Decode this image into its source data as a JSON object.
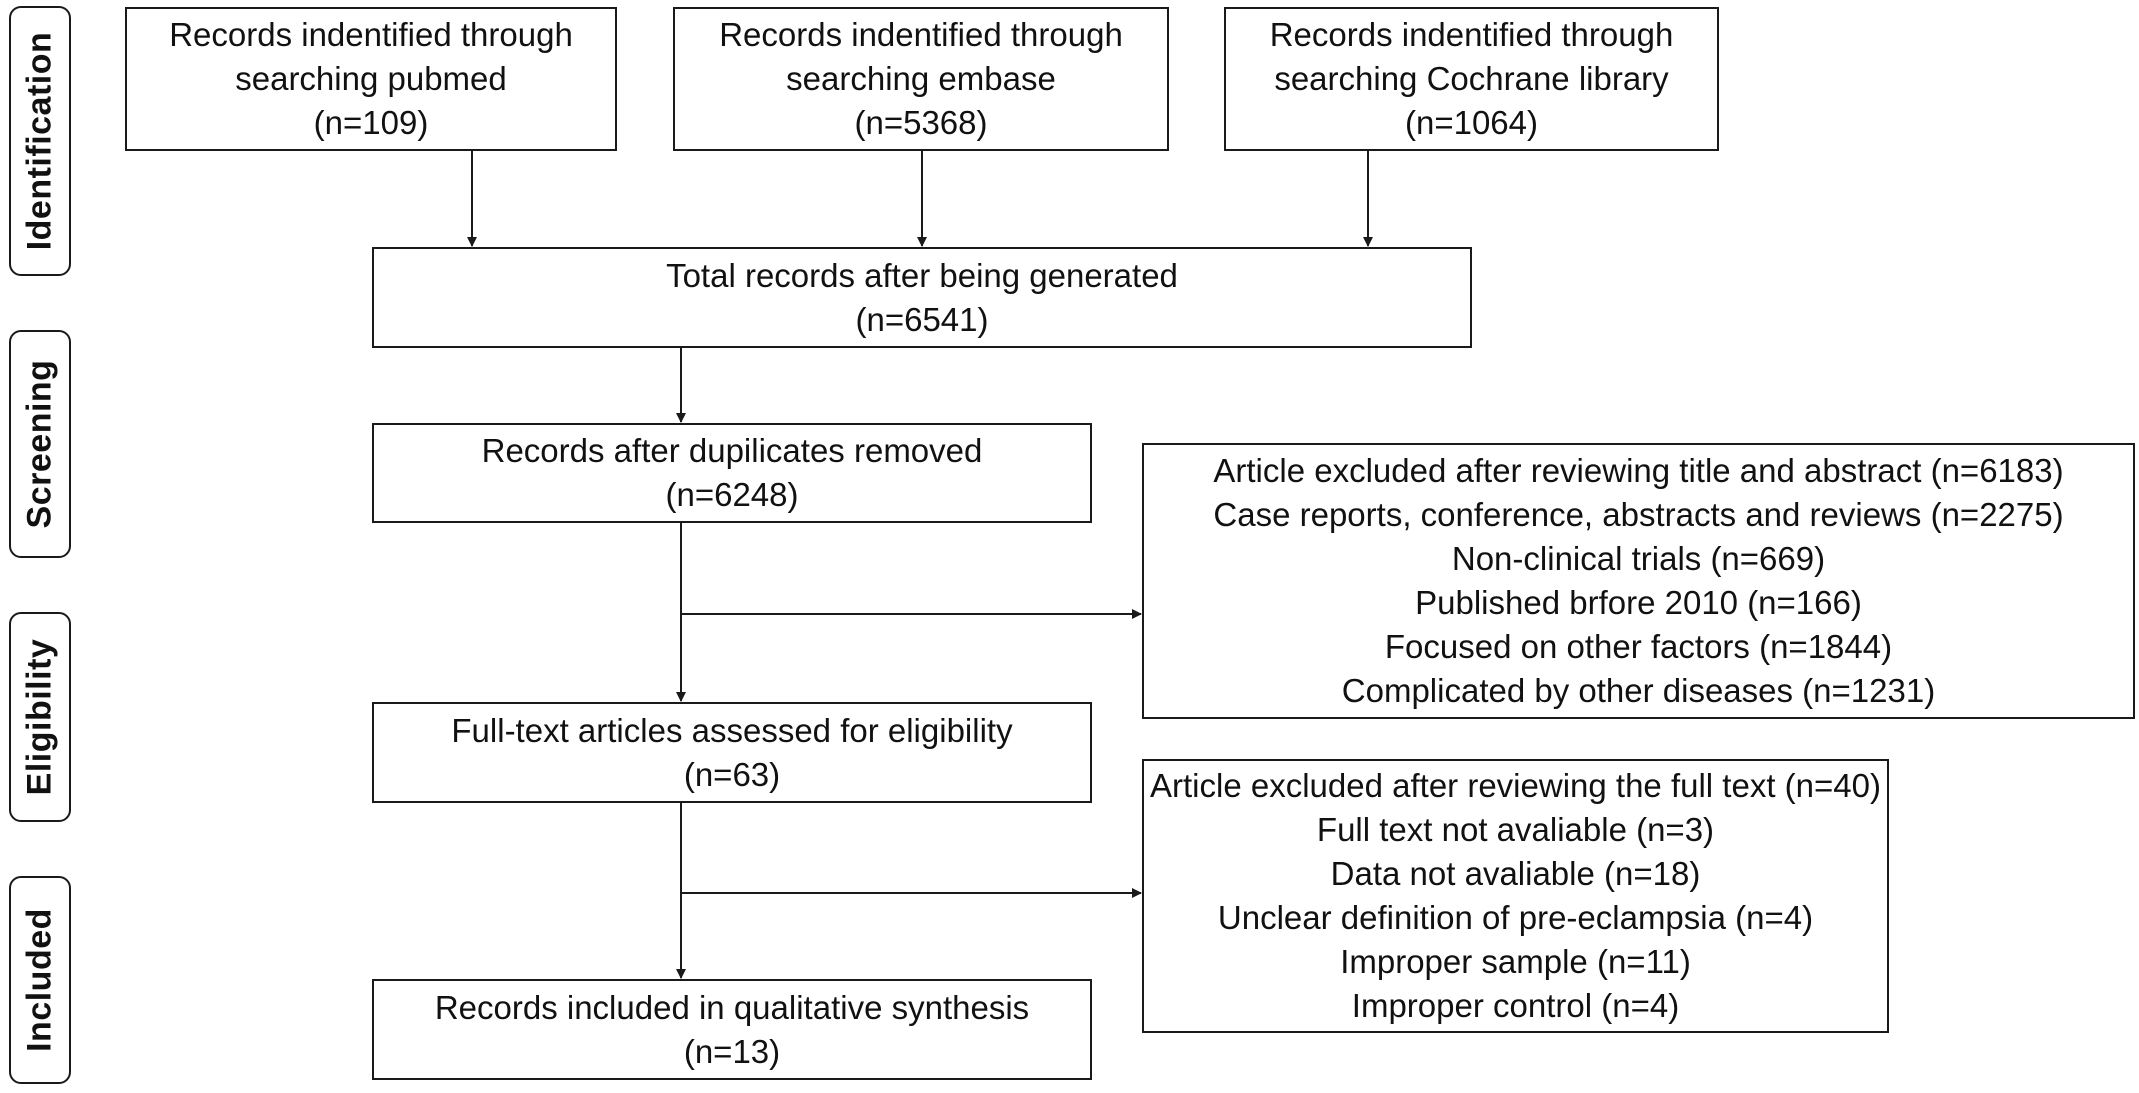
{
  "stages": {
    "identification": "Identification",
    "screening": "Screening",
    "eligibility": "Eligibility",
    "included": "Included"
  },
  "sources": [
    {
      "lines": [
        "Records indentified through",
        "searching pubmed",
        "(n=109)"
      ]
    },
    {
      "lines": [
        "Records indentified through",
        "searching embase",
        "(n=5368)"
      ]
    },
    {
      "lines": [
        "Records indentified through",
        "searching Cochrane library",
        "(n=1064)"
      ]
    }
  ],
  "total": {
    "lines": [
      "Total records after being generated",
      "(n=6541)"
    ]
  },
  "dedup": {
    "lines": [
      "Records after dupilicates removed",
      "(n=6248)"
    ]
  },
  "exclusion1": {
    "lines": [
      "Article excluded after reviewing title and abstract (n=6183)",
      "Case reports, conference, abstracts and reviews (n=2275)",
      "Non-clinical trials (n=669)",
      "Published brfore 2010 (n=166)",
      "Focused on other factors (n=1844)",
      "Complicated by other diseases (n=1231)"
    ]
  },
  "fulltext": {
    "lines": [
      "Full-text articles assessed for eligibility",
      "(n=63)"
    ]
  },
  "exclusion2": {
    "lines": [
      "Article excluded after reviewing the full text (n=40)",
      "Full text not avaliable (n=3)",
      "Data not avaliable (n=18)",
      "Unclear definition of pre-eclampsia (n=4)",
      "Improper sample (n=11)",
      "Improper control (n=4)"
    ]
  },
  "included": {
    "lines": [
      "Records included in qualitative synthesis",
      "(n=13)"
    ]
  }
}
